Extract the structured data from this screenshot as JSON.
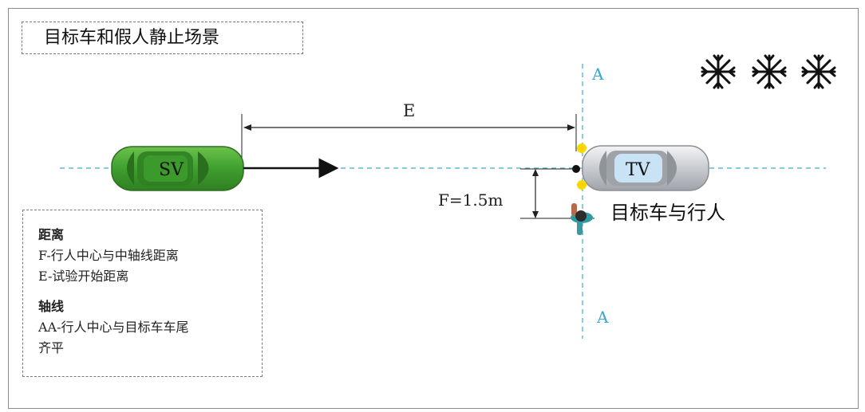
{
  "title": "目标车和假人静止场景",
  "labels": {
    "sv": "SV",
    "tv": "TV",
    "e": "E",
    "f": "F=1.5m",
    "a_top": "A",
    "a_bottom": "A",
    "target_and_pedestrian": "目标车与行人"
  },
  "legend": {
    "distance_header": "距离",
    "distance_f": "F-行人中心与中轴线距离",
    "distance_e": "E-试验开始距离",
    "axis_header": "轴线",
    "axis_aa_line1": "AA-行人中心与目标车车尾",
    "axis_aa_line2": "齐平"
  },
  "weather_icons": [
    "snowflake-icon",
    "snowflake-icon",
    "snowflake-icon"
  ],
  "colors": {
    "centerline": "#5bb8d6",
    "sv_car": "#3f9f2f",
    "tv_car": "#c9ccd1",
    "marker": "#f0e000"
  }
}
